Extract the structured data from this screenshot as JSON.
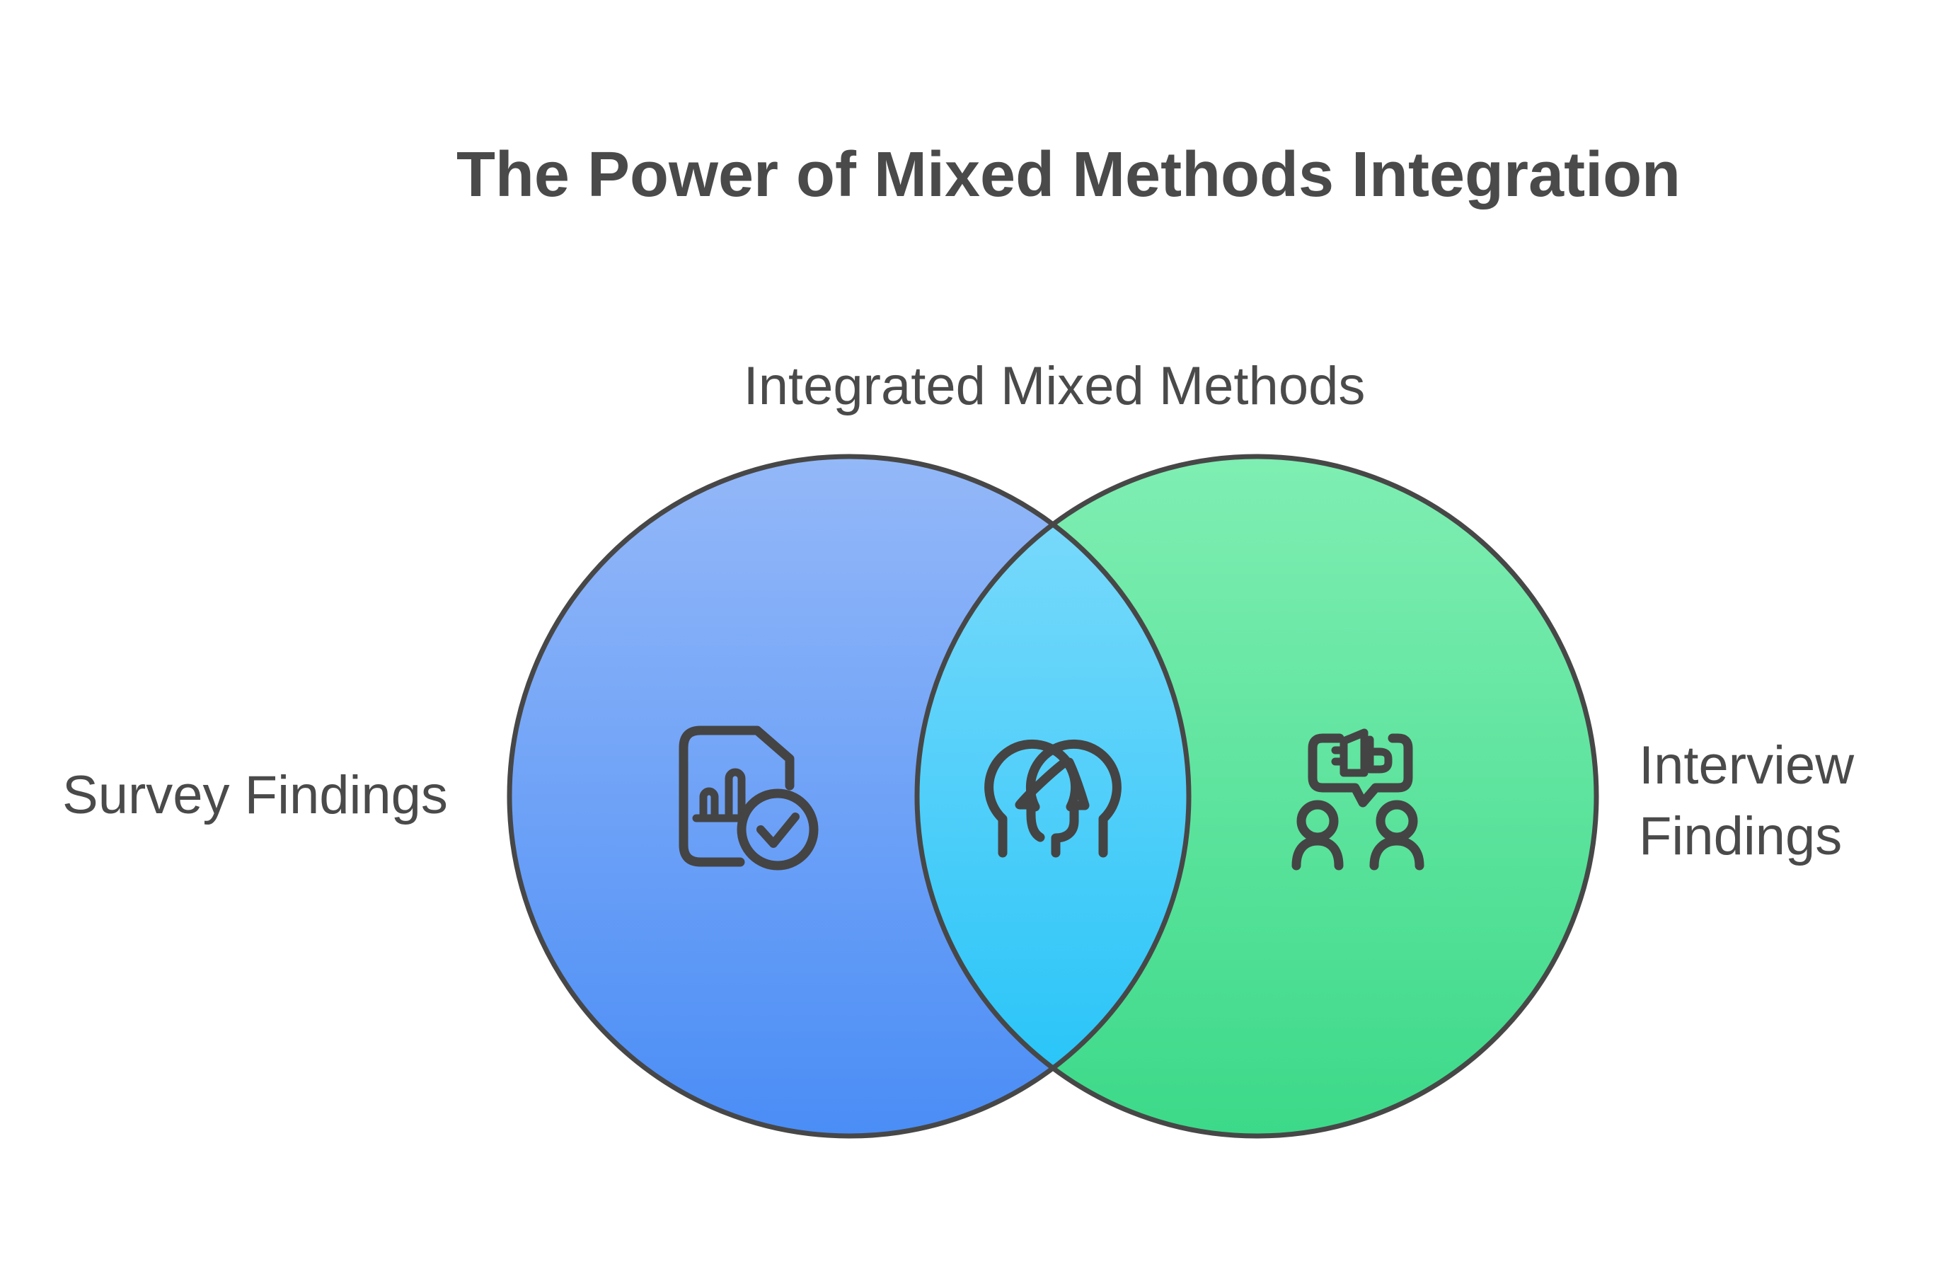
{
  "title": "The Power of Mixed Methods Integration",
  "diagram": {
    "type": "venn",
    "top_label": "Integrated Mixed Methods",
    "left_label": "Survey Findings",
    "right_label": "Interview Findings",
    "left_circle": {
      "label": "Survey Findings",
      "icon": "document-chart-check-icon",
      "gradient_top": "#94b8f8",
      "gradient_bottom": "#4a8df6"
    },
    "right_circle": {
      "label": "Interview Findings",
      "icon": "people-conversation-icon",
      "gradient_top": "#7feeb2",
      "gradient_bottom": "#3cd989"
    },
    "intersection": {
      "label": "Integrated Mixed Methods",
      "icon": "overlapping-heads-icon",
      "gradient_top": "#77d9fb",
      "gradient_bottom": "#2ac5f8"
    },
    "outline_color": "#474747",
    "icon_color": "#444444",
    "text_color": "#4a4a4a",
    "background_color": "#ffffff"
  }
}
